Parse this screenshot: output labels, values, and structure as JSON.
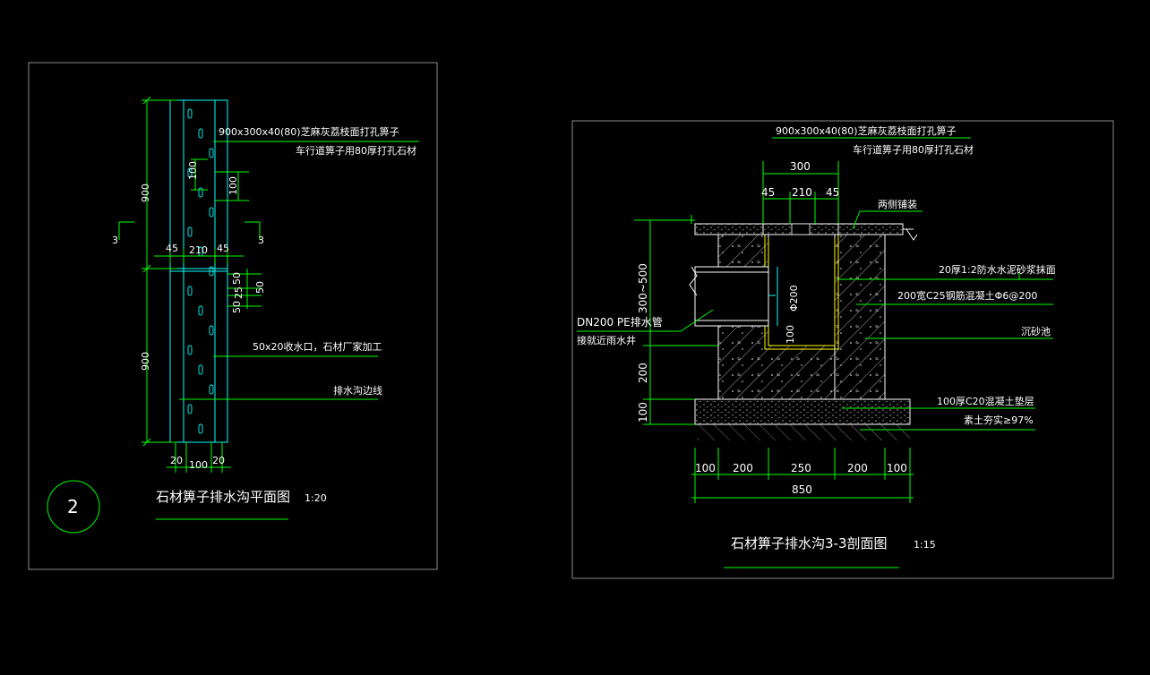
{
  "plan": {
    "note_grate_1": "900x300x40(80)芝麻灰荔枝面打孔箅子",
    "note_grate_2": "车行道箅子用80厚打孔石材",
    "dim_900_top": "900",
    "dim_900_bottom": "900",
    "dim_100_a": "100",
    "dim_100_b": "100",
    "dim_45_left": "45",
    "dim_210": "210",
    "dim_45_right": "45",
    "dim_50_a": "50",
    "dim_50_b": "50",
    "dim_50_c": "50",
    "dim_25": "25",
    "section_mark_left": "3",
    "section_mark_right": "3",
    "note_inlet": "50x20收水口，石材厂家加工",
    "note_edge": "排水沟边线",
    "dim_20_left": "20",
    "dim_100_bottom": "100",
    "dim_20_right": "20",
    "detail_number": "2",
    "title": "石材箅子排水沟平面图",
    "scale": "1:20"
  },
  "section": {
    "note_grate_1": "900x300x40(80)芝麻灰荔枝面打孔箅子",
    "note_grate_2": "车行道箅子用80厚打孔石材",
    "dim_300": "300",
    "dim_45_left": "45",
    "dim_210": "210",
    "dim_45_right": "45",
    "note_paving": "两侧铺装",
    "dim_300_500": "300~500",
    "dim_200_v": "200",
    "dim_100_v": "100",
    "dim_phi200": "Φ200",
    "dim_100_inner": "100",
    "note_mortar": "20厚1:2防水水泥砂浆抹面",
    "note_concrete": "200宽C25钢筋混凝土Φ6@200",
    "note_pipe_1": "DN200 PE排水管",
    "note_pipe_2": "接就近雨水井",
    "note_sump": "沉砂池",
    "note_base": "100厚C20混凝土垫层",
    "note_soil": "素土夯实≥97%",
    "dims_bottom": [
      "100",
      "200",
      "250",
      "200",
      "100"
    ],
    "dim_850": "850",
    "title": "石材箅子排水沟3-3剖面图",
    "scale": "1:15"
  },
  "colors": {
    "background": "#000000",
    "frame": "#8a8a8a",
    "dimension": "#00ff00",
    "outline": "#00ffff",
    "text": "#ffffff",
    "hatch": "#ffffff",
    "mortar": "#ffff00"
  }
}
